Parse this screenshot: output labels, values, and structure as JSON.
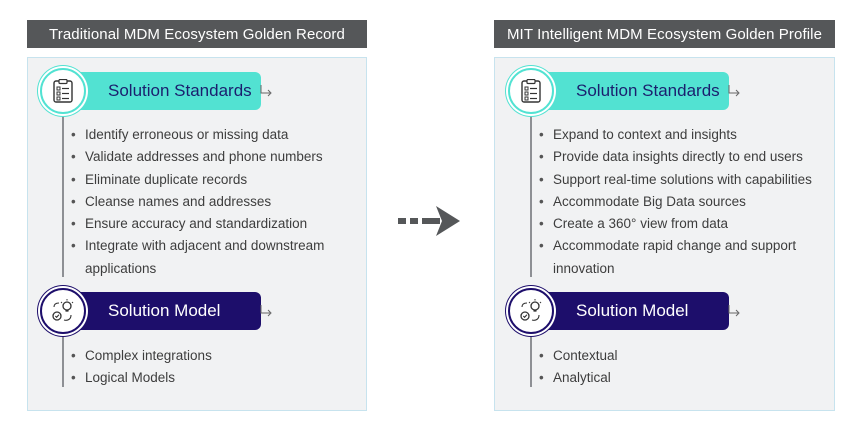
{
  "left": {
    "title": "Traditional MDM Ecosystem Golden Record",
    "standards": {
      "heading": "Solution Standards",
      "icon": "checklist-icon",
      "items": [
        "Identify erroneous or missing data",
        "Validate addresses and phone numbers",
        "Eliminate duplicate records",
        "Cleanse names and addresses",
        "Ensure accuracy and standardization",
        "Integrate with adjacent and downstream",
        "applications"
      ]
    },
    "model": {
      "heading": "Solution Model",
      "icon": "process-lightbulb-icon",
      "items": [
        "Complex integrations",
        "Logical Models"
      ]
    }
  },
  "right": {
    "title": "MIT Intelligent MDM Ecosystem Golden Profile",
    "standards": {
      "heading": "Solution Standards",
      "icon": "checklist-icon",
      "items": [
        "Expand to context and insights",
        "Provide data insights directly to end users",
        "Support real-time solutions with capabilities",
        "Accommodate Big Data sources",
        "Create a 360° view from data",
        "Accommodate rapid change and support",
        "innovation"
      ]
    },
    "model": {
      "heading": "Solution Model",
      "icon": "process-lightbulb-icon",
      "items": [
        "Contextual",
        "Analytical"
      ]
    }
  },
  "colors": {
    "title_bg": "#555759",
    "panel_bg": "#f1f2f3",
    "standards_accent": "#52e2d2",
    "model_accent": "#1d0e6b",
    "arrow": "#555759"
  },
  "connector_icon": "dashed-right-arrow-icon"
}
